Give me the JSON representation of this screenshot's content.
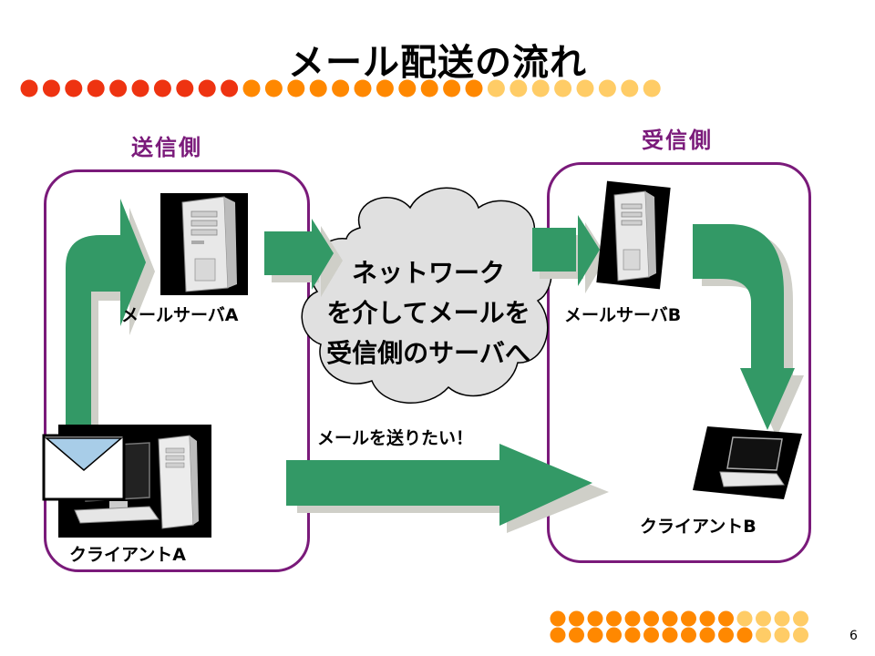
{
  "slide": {
    "title": "メール配送の流れ",
    "page_number": "6"
  },
  "sender": {
    "label": "送信側",
    "server_label": "メールサーバA",
    "client_label": "クライアントA"
  },
  "receiver": {
    "label": "受信側",
    "server_label": "メールサーバB",
    "client_label": "クライアントB"
  },
  "network": {
    "lines": [
      "ネットワーク",
      "を介してメールを",
      "受信側のサーバへ"
    ]
  },
  "intent_text": "メールを送りたい！",
  "colors": {
    "accent_purple": "#7a1a7a",
    "arrow_green": "#339966",
    "dot_red": "#ee3311",
    "dot_orange": "#ff8800",
    "dot_yellow": "#ffcc66"
  },
  "icons": {
    "server": "server-tower-icon",
    "desktop": "desktop-computer-icon",
    "laptop": "laptop-icon",
    "envelope": "envelope-icon",
    "cloud": "network-cloud-icon"
  }
}
